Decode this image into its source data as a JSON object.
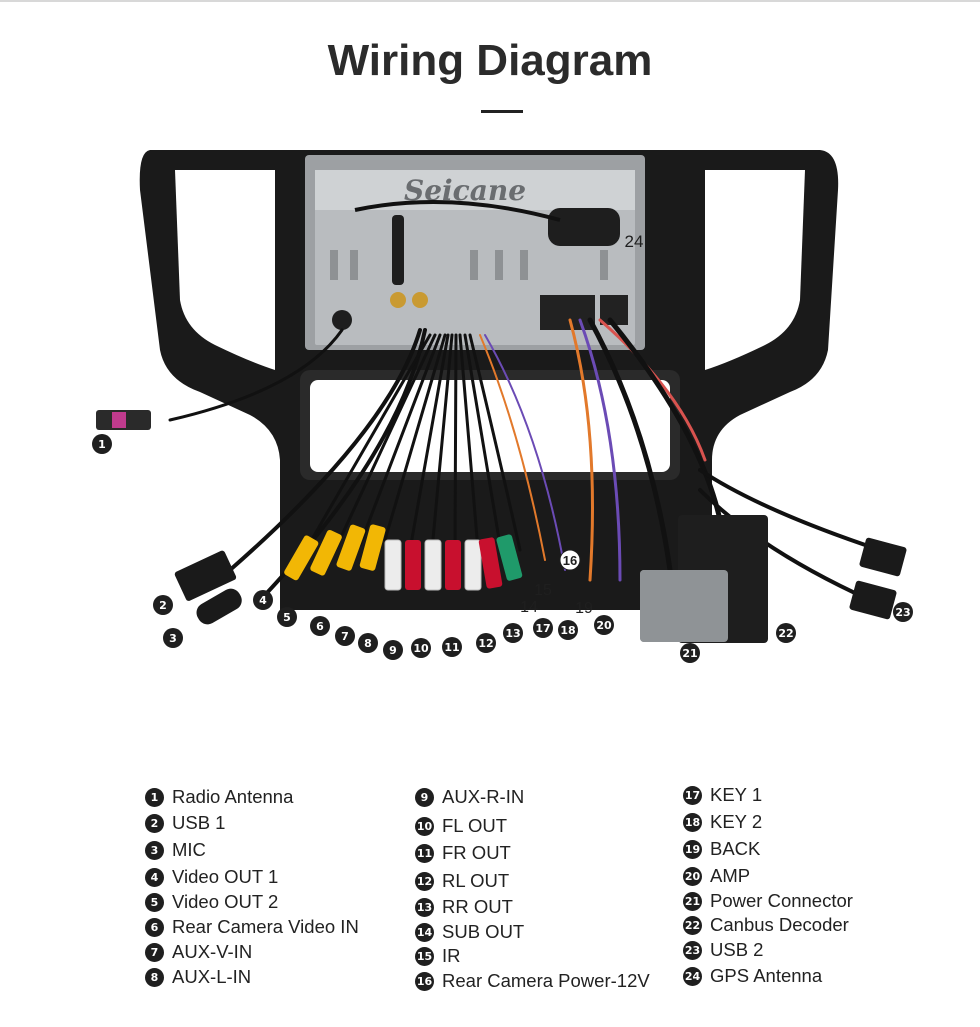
{
  "title": "Wiring Diagram",
  "brand_label": "Seicane",
  "colors": {
    "title": "#2b2b2b",
    "frame": "#1a1a1a",
    "unit_metal": "#b9bcbf",
    "rca_yellow": "#f2b705",
    "rca_white": "#ececec",
    "rca_red": "#c8102e",
    "rca_green": "#1f9a6a",
    "wire_orange": "#e2792b",
    "wire_purple": "#6b4bb5",
    "badge": "#1f1f1f"
  },
  "callouts": [
    "1",
    "2",
    "3",
    "4",
    "5",
    "6",
    "7",
    "8",
    "9",
    "10",
    "11",
    "12",
    "13",
    "14",
    "15",
    "16",
    "17",
    "18",
    "19",
    "20",
    "21",
    "22",
    "23",
    "24"
  ],
  "legend": {
    "col1": [
      {
        "num": "1",
        "label": "Radio Antenna"
      },
      {
        "num": "2",
        "label": "USB 1"
      },
      {
        "num": "3",
        "label": "MIC"
      },
      {
        "num": "4",
        "label": "Video OUT 1"
      },
      {
        "num": "5",
        "label": "Video OUT 2"
      },
      {
        "num": "6",
        "label": "Rear Camera Video IN"
      },
      {
        "num": "7",
        "label": "AUX-V-IN"
      },
      {
        "num": "8",
        "label": "AUX-L-IN"
      }
    ],
    "col2": [
      {
        "num": "9",
        "label": "AUX-R-IN"
      },
      {
        "num": "10",
        "label": "FL OUT"
      },
      {
        "num": "11",
        "label": "FR OUT"
      },
      {
        "num": "12",
        "label": "RL OUT"
      },
      {
        "num": "13",
        "label": "RR OUT"
      },
      {
        "num": "14",
        "label": "SUB OUT"
      },
      {
        "num": "15",
        "label": "IR"
      },
      {
        "num": "16",
        "label": "Rear Camera Power-12V"
      }
    ],
    "col3": [
      {
        "num": "17",
        "label": "KEY 1"
      },
      {
        "num": "18",
        "label": "KEY 2"
      },
      {
        "num": "19",
        "label": "BACK"
      },
      {
        "num": "20",
        "label": "AMP"
      },
      {
        "num": "21",
        "label": "Power Connector"
      },
      {
        "num": "22",
        "label": "Canbus Decoder"
      },
      {
        "num": "23",
        "label": "USB 2"
      },
      {
        "num": "24",
        "label": "GPS Antenna"
      }
    ]
  }
}
